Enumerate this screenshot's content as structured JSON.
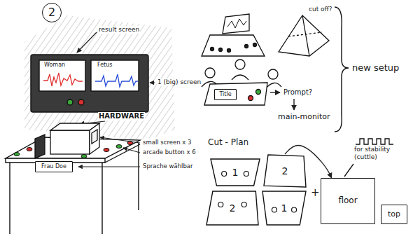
{
  "diagram": {
    "nodes": [
      {
        "text": [
          "2"
        ]
      },
      {
        "text": [
          "Frau Doe"
        ]
      },
      {
        "text": [
          "Title"
        ]
      },
      {
        "text": [
          "1"
        ]
      },
      {
        "text": [
          "2"
        ]
      },
      {
        "text": [
          "2"
        ]
      },
      {
        "text": [
          "1"
        ]
      },
      {
        "text": [
          "floor"
        ]
      },
      {
        "text": [
          "top"
        ]
      }
    ],
    "edges": [
      {
        "from": 4,
        "to": 7,
        "arrow": "to"
      }
    ],
    "labels": [
      "result screen",
      "Woman",
      "Fetus",
      "1 (big) screen",
      "HARDWARE",
      "small screen x 3",
      "arcade button x 6",
      "Sprache wählbar",
      "cut off?",
      "Prompt?",
      "main-monitor",
      "new setup",
      "Cut - Plan",
      "+",
      "for stability (cuttle)"
    ]
  }
}
